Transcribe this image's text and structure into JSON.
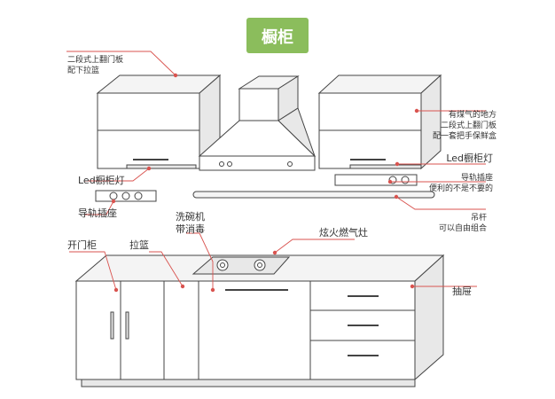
{
  "title": "橱柜",
  "colors": {
    "title_bg": "#8bbd5c",
    "line": "#444444",
    "leader": "#d9534f",
    "fill_light": "#f4f4f4",
    "fill_mid": "#e8e8e8"
  },
  "labels": {
    "top_left_line1": "二段式上翻门板",
    "top_left_line2": "配下拉篮",
    "right_a_line1": "有煤气的地方",
    "right_a_line2": "二段式上翻门板",
    "right_a_line3": "配一套把手保鲜盒",
    "led_right": "Led橱柜灯",
    "led_left": "Led橱柜灯",
    "rail_right_line1": "导轨插座",
    "rail_right_line2": "便利的不是不要的",
    "rail_left": "导轨插座",
    "hanger_line1": "吊杆",
    "hanger_line2": "可以自由组合",
    "dishwasher_line1": "洗碗机",
    "dishwasher_line2": "带消毒",
    "stove": "炫火燃气灶",
    "open_cabinet": "开门柜",
    "basket": "拉篮",
    "drawer": "抽屉"
  }
}
